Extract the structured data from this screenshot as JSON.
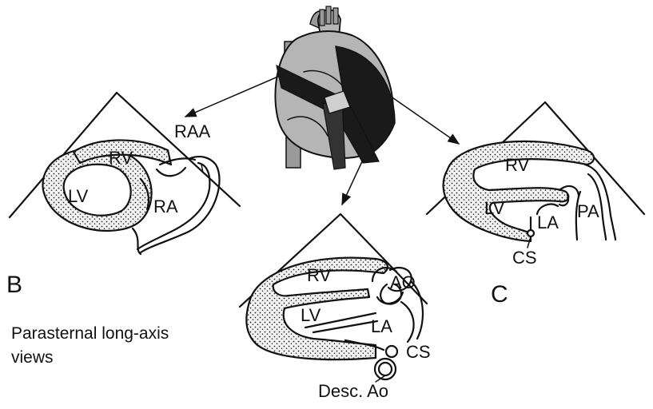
{
  "heart_illustration": {
    "icon": "heart-with-imaging-planes-icon",
    "colors": {
      "heart": "#b5b5b5",
      "plane": "#1a1a1a",
      "vessel": "#9a9a9a"
    }
  },
  "views": {
    "b": {
      "panel_letter": "B",
      "labels": {
        "lv": "LV",
        "rv": "RV",
        "ra": "RA",
        "raa": "RAA"
      }
    },
    "c": {
      "panel_letter": "C",
      "labels": {
        "rv": "RV",
        "lv": "LV",
        "la": "LA",
        "pa": "PA",
        "cs": "CS"
      }
    },
    "a": {
      "labels": {
        "rv": "RV",
        "ao": "AO",
        "lv": "LV",
        "la": "LA",
        "cs": "CS",
        "desc_ao": "Desc. Ao"
      }
    }
  },
  "caption": {
    "line1": "Parasternal long-axis",
    "line2": "views"
  }
}
